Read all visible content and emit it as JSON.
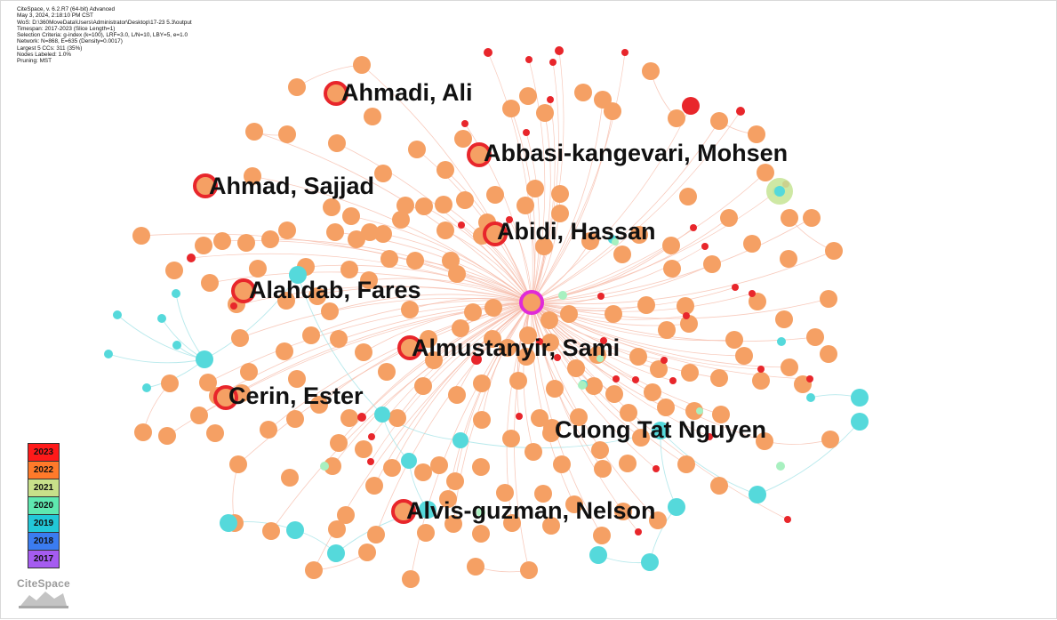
{
  "header_lines": [
    "CiteSpace, v. 6.2.R7 (64-bit) Advanced",
    "May 3, 2024, 2:18:10 PM CST",
    "WoS: D:\\360MoveData\\Users\\Administrator\\Desktop\\17-23 5.3\\output",
    "Timespan: 2017-2023 (Slice Length=1)",
    "Selection Criteria: g-index (k=100), LRF=3.0, L/N=10, LBY=5, e=1.0",
    "Network: N=868, E=635 (Density=0.0017)",
    "Largest 5 CCs: 311 (35%)",
    "Nodes Labeled: 1.0%",
    "Pruning: MST"
  ],
  "legend": [
    {
      "year": "2023",
      "color": "#ff1a1a"
    },
    {
      "year": "2022",
      "color": "#ff7a2a"
    },
    {
      "year": "2021",
      "color": "#c8e08a"
    },
    {
      "year": "2020",
      "color": "#5ee8b0"
    },
    {
      "year": "2019",
      "color": "#22c8d8"
    },
    {
      "year": "2018",
      "color": "#3b7cf0"
    },
    {
      "year": "2017",
      "color": "#a55cf0"
    }
  ],
  "logo_text": "CiteSpace",
  "colors": {
    "node_2022": "#f5a064",
    "node_2023": "#e8262b",
    "node_2019": "#55d9db",
    "node_2020": "#a8f0c0",
    "node_2021": "#c9e59a",
    "link_2022": "#f6b8a6",
    "link_2019": "#9fe2e6",
    "hub_ring": "#e02ad8"
  },
  "labeled_nodes": [
    {
      "name": "Ahmadi, Ali"
    },
    {
      "name": "Abbasi-kangevari, Mohsen"
    },
    {
      "name": "Ahmad, Sajjad"
    },
    {
      "name": "Abidi, Hassan"
    },
    {
      "name": "Alahdab, Fares"
    },
    {
      "name": "Almustanyir, Sami"
    },
    {
      "name": "Cerin, Ester"
    },
    {
      "name": "Cuong Tat Nguyen"
    },
    {
      "name": "Alvis-guzman, Nelson"
    }
  ]
}
